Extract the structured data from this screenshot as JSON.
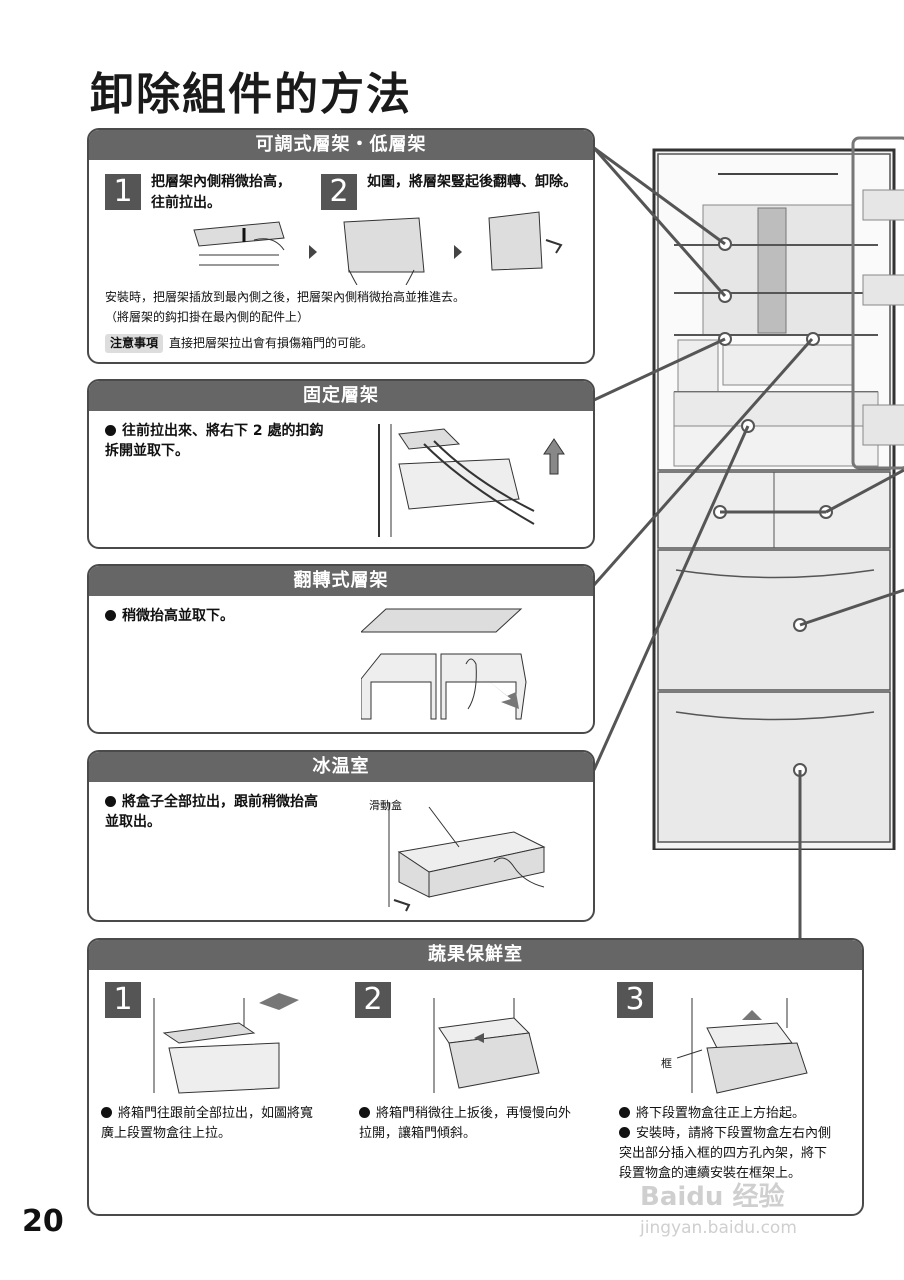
{
  "title": "卸除組件的方法",
  "page_number": "20",
  "section1": {
    "header": "可調式層架・低層架",
    "step1_num": "1",
    "step1_text": "把層架內側稍微抬高，往前拉出。",
    "step2_num": "2",
    "step2_text": "如圖，將層架豎起後翻轉、卸除。",
    "install_text": "安裝時，把層架插放到最內側之後，把層架內側稍微抬高並推進去。",
    "install_sub": "（將層架的鈎扣掛在最內側的配件上）",
    "caution_label": "注意事項",
    "caution_text": "直接把層架拉出會有損傷箱門的可能。"
  },
  "section2": {
    "header": "固定層架",
    "bullet": "往前拉出來、將右下 2 處的扣鈎拆開並取下。"
  },
  "section3": {
    "header": "翻轉式層架",
    "bullet": "稍微抬高並取下。"
  },
  "section4": {
    "header": "冰温室",
    "bullet": "將盒子全部拉出，跟前稍微抬高並取出。",
    "label": "滑動盒"
  },
  "section5": {
    "header": "蔬果保鮮室",
    "step1_num": "1",
    "step1_text": "將箱門往跟前全部拉出，如圖將寬廣上段置物盒往上拉。",
    "step2_num": "2",
    "step2_text": "將箱門稍微往上扳後，再慢慢向外拉開，讓箱門傾斜。",
    "step3_num": "3",
    "step3_bullet1": "將下段置物盒往正上方抬起。",
    "step3_bullet2": "安裝時，請將下段置物盒左右內側突出部分插入框的四方孔內架，將下段置物盒的連續安裝在框架上。",
    "frame_label": "框"
  },
  "watermark": {
    "line1": "Baidu 经验",
    "line2": "jingyan.baidu.com"
  }
}
